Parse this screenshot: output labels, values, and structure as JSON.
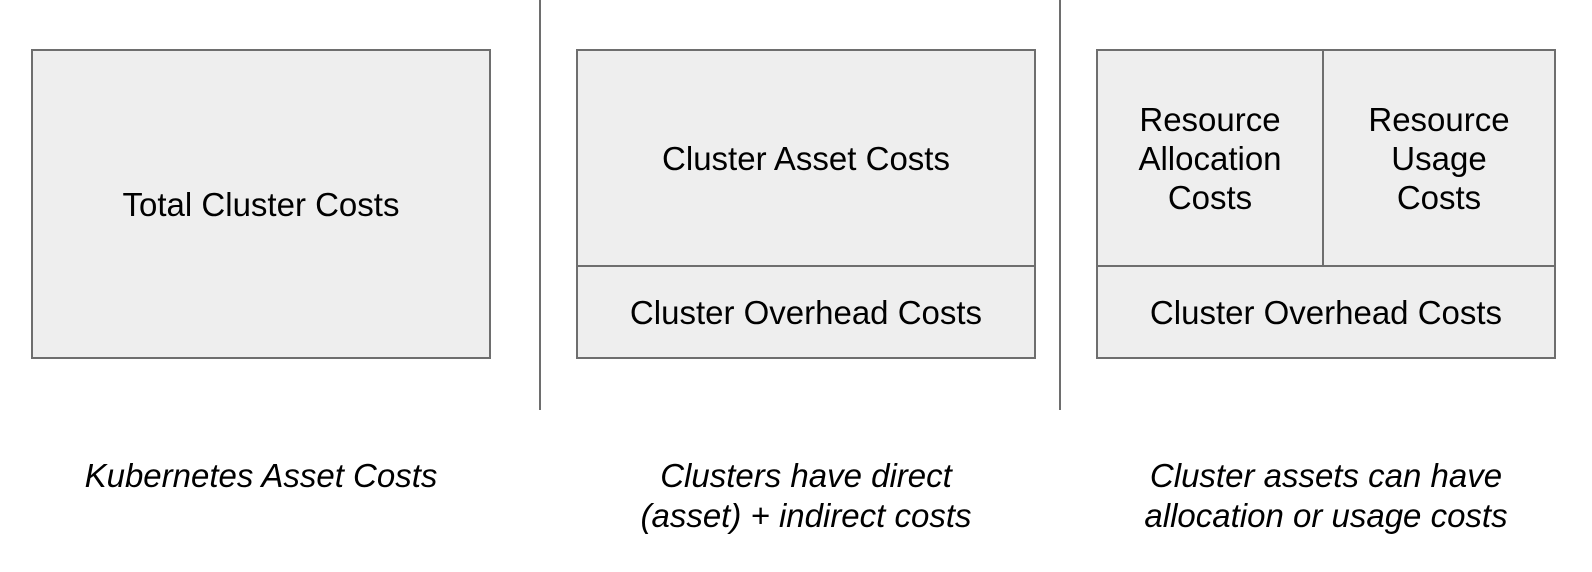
{
  "panels": [
    {
      "boxes": {
        "total": "Total Cluster Costs"
      },
      "caption": "Kubernetes Asset Costs"
    },
    {
      "boxes": {
        "asset": "Cluster Asset Costs",
        "overhead": "Cluster Overhead Costs"
      },
      "caption": "Clusters have direct\n(asset) + indirect costs"
    },
    {
      "boxes": {
        "allocation": "Resource\nAllocation\nCosts",
        "usage": "Resource\nUsage\nCosts",
        "overhead": "Cluster Overhead Costs"
      },
      "caption": "Cluster assets can have\nallocation or usage costs"
    }
  ],
  "colors": {
    "box_fill": "#eeeeee",
    "box_border": "#6e6e6e",
    "divider": "#6e6e6e"
  }
}
